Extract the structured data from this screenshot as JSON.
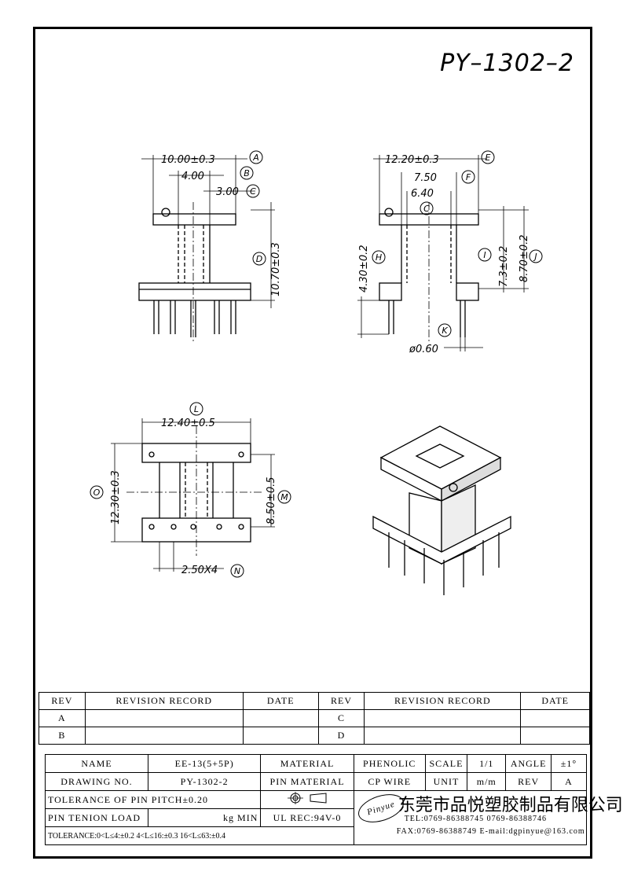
{
  "title": "PY–1302–2",
  "dims": {
    "a": "10.00±0.3",
    "b": "4.00",
    "c": "3.00",
    "d": "10.70±0.3",
    "e": "12.20±0.3",
    "f": "7.50",
    "g": "6.40",
    "h": "4.30±0.2",
    "i": "7.3±0.2",
    "j": "8.70±0.2",
    "k": "ø0.60",
    "l": "12.40±0.5",
    "m": "8.50±0.5",
    "n": "2.50X4",
    "o": "12.30±0.3"
  },
  "markers": [
    "A",
    "B",
    "C",
    "D",
    "E",
    "F",
    "C",
    "H",
    "I",
    "J",
    "K",
    "L",
    "M",
    "N",
    "O"
  ],
  "revision": {
    "headers": [
      "REV",
      "REVISION RECORD",
      "DATE",
      "REV",
      "REVISION RECORD",
      "DATE"
    ],
    "rows": [
      [
        "A",
        "",
        "",
        "C",
        "",
        ""
      ],
      [
        "B",
        "",
        "",
        "D",
        "",
        ""
      ]
    ]
  },
  "spec": {
    "name_label": "NAME",
    "name_value": "EE-13(5+5P)",
    "material_label": "MATERIAL",
    "material_value": "PHENOLIC",
    "scale_label": "SCALE",
    "scale_value": "1/1",
    "angle_label": "ANGLE",
    "angle_value": "±1°",
    "drawing_label": "DRAWING NO.",
    "drawing_value": "PY-1302-2",
    "pin_material_label": "PIN MATERIAL",
    "pin_material_value": "CP WIRE",
    "unit_label": "UNIT",
    "unit_value": "m/m",
    "rev_label": "REV",
    "rev_value": "A",
    "tolerance_pitch": "TOLERANCE OF PIN PITCH±0.20",
    "pin_tension": "PIN TENION LOAD",
    "pin_tension_unit": "kg MIN",
    "ul_rec": "UL REC:94V-0",
    "tolerance_ranges": "TOLERANCE:0<L≤4:±0.2  4<L≤16:±0.3  16<L≤63:±0.4"
  },
  "company": {
    "logo": "Pinyue",
    "name": "东莞市品悦塑胶制品有限公司",
    "tel": "TEL:0769-86388745  0769-86388746",
    "fax": "FAX:0769-86388749  E-mail:dgpinyue@163.com"
  }
}
